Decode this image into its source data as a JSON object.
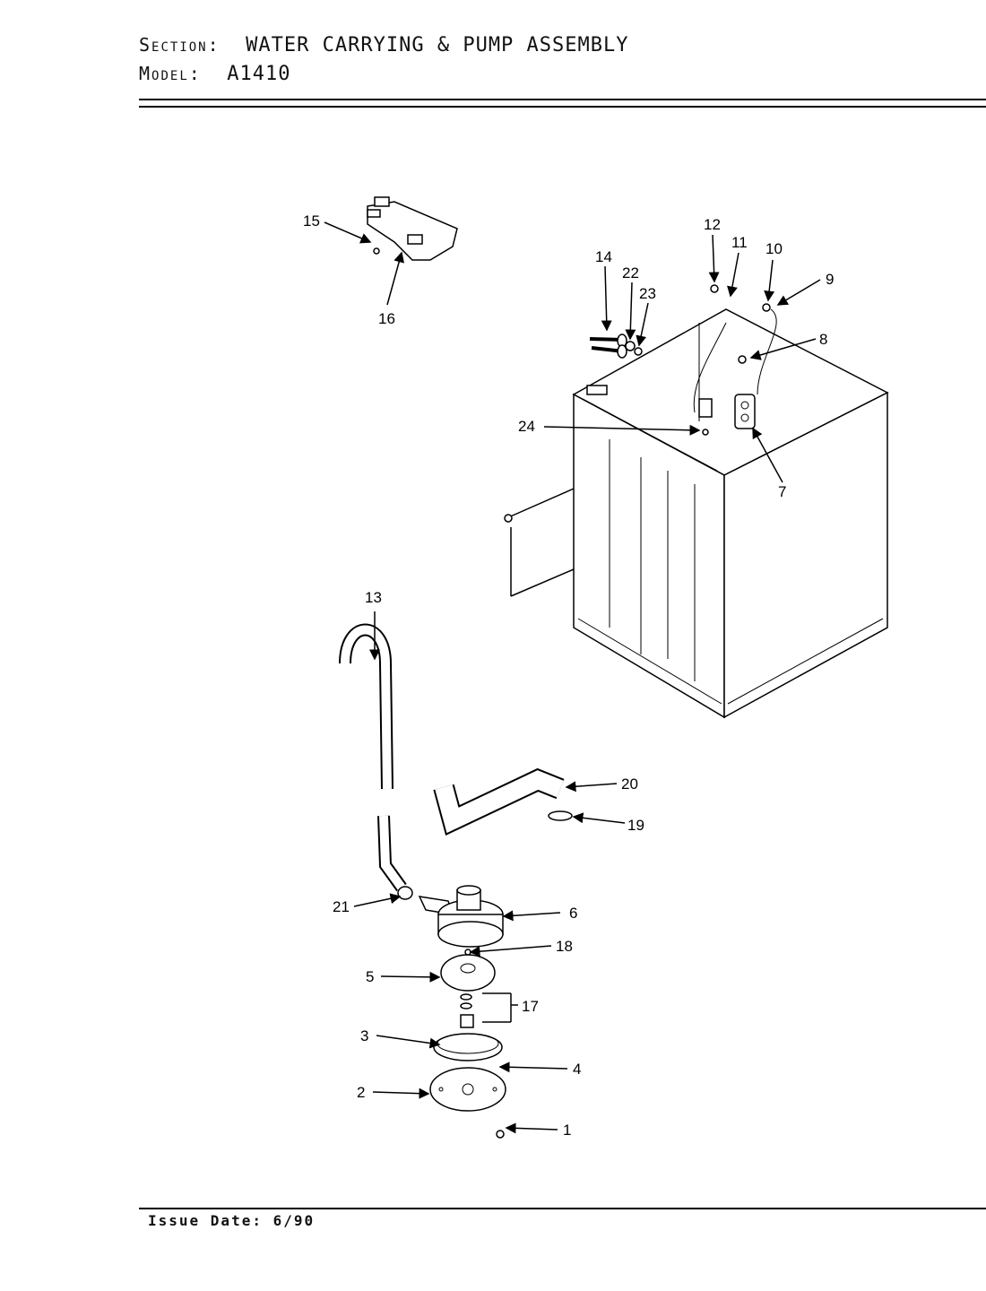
{
  "header": {
    "section_label": "Section:",
    "section_value": "WATER CARRYING & PUMP ASSEMBLY",
    "model_label": "Model:",
    "model_value": "A1410"
  },
  "footer": {
    "issue_date": "Issue Date: 6/90"
  },
  "callouts": [
    "1",
    "2",
    "3",
    "4",
    "5",
    "6",
    "7",
    "8",
    "9",
    "10",
    "11",
    "12",
    "13",
    "14",
    "15",
    "16",
    "17",
    "18",
    "19",
    "20",
    "21",
    "22",
    "23",
    "24"
  ]
}
